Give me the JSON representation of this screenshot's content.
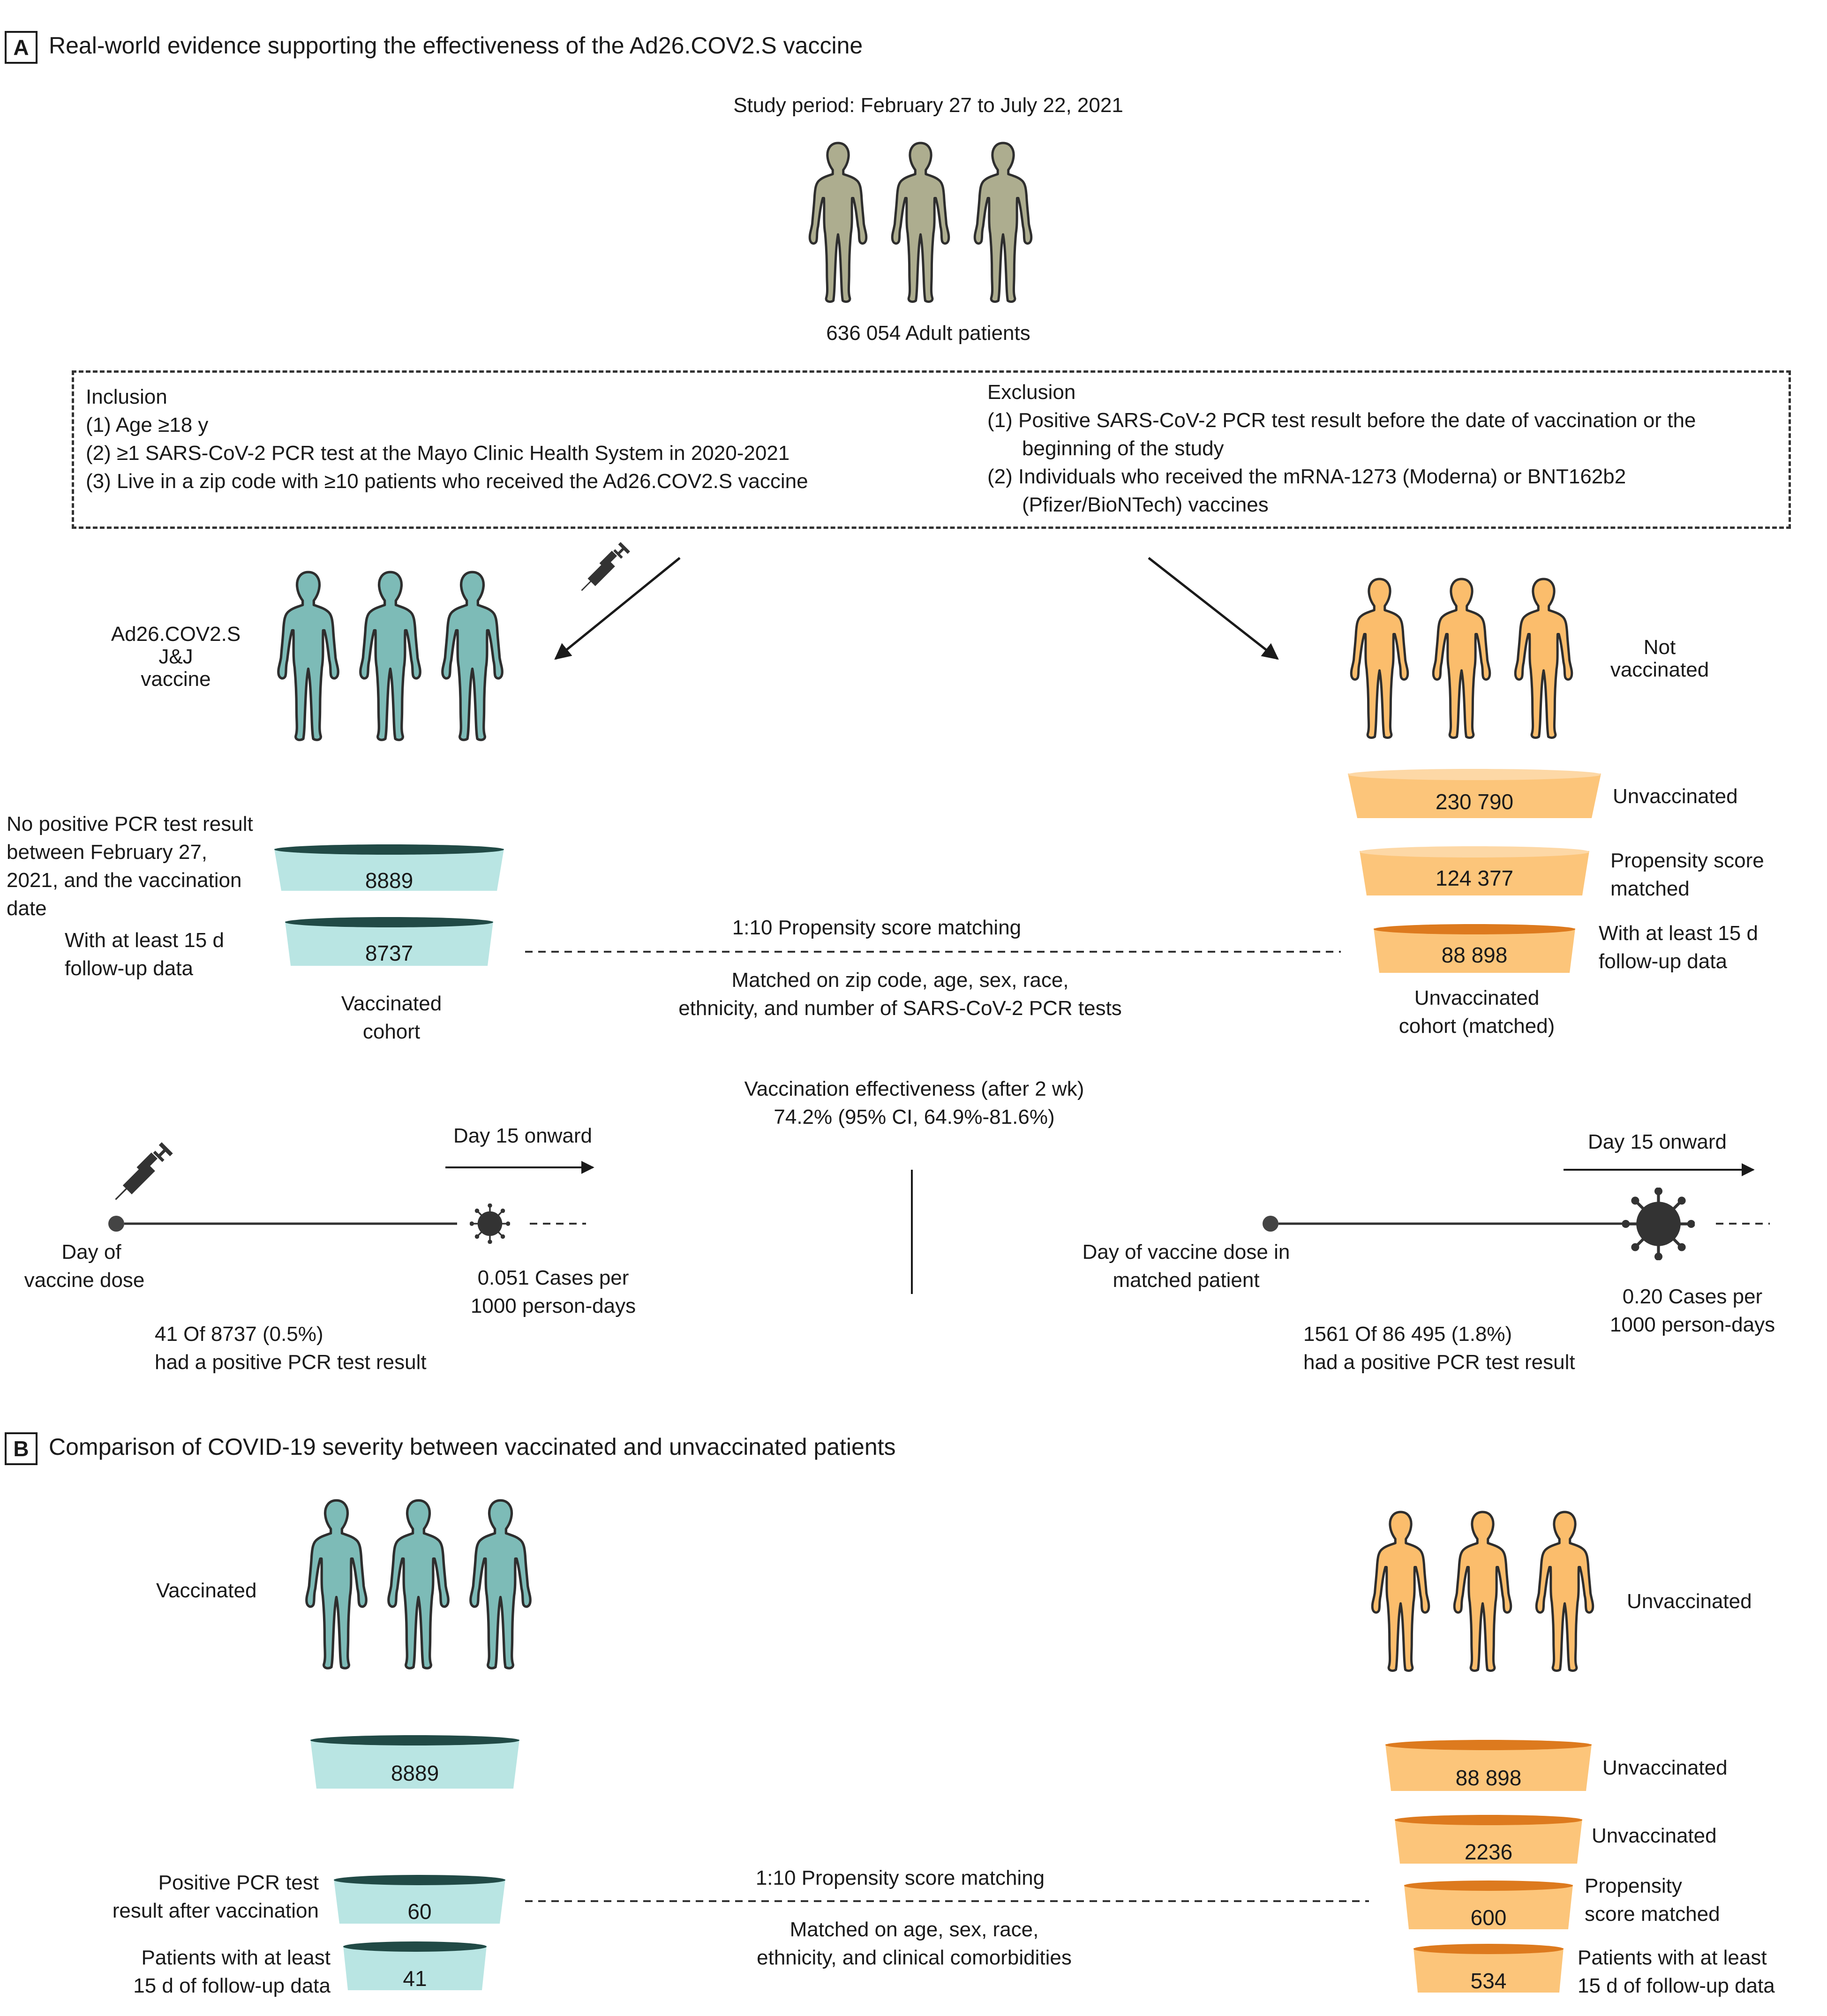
{
  "colors": {
    "neutral_body": "#adad8f",
    "vaccinated_body": "#7dbbb7",
    "unvaccinated_body": "#fbbd6c",
    "vaccinated_bar": "#b9e5e3",
    "vaccinated_bar_top": "#214a46",
    "unvaccinated_bar": "#fcc57a",
    "unvaccinated_bar_top_light": "#fdd8a6",
    "unvaccinated_bar_top_dark": "#dd7a1e",
    "outline": "#333333",
    "virus": "#333333"
  },
  "panel_a": {
    "letter": "A",
    "title": "Real-world evidence supporting the effectiveness of the Ad26.COV2.S vaccine",
    "study_period": "Study period: February 27 to July 22, 2021",
    "adult_patients": "636 054 Adult patients",
    "inclusion": {
      "heading": "Inclusion",
      "items": [
        "(1) Age ≥18 y",
        "(2) ≥1 SARS-CoV-2 PCR test at the Mayo Clinic Health System in 2020-2021",
        "(3) Live in a zip code with ≥10 patients who received the Ad26.COV2.S vaccine"
      ]
    },
    "exclusion": {
      "heading": "Exclusion",
      "item1_line1": "(1) Positive SARS-CoV-2 PCR test result before the date of vaccination or the",
      "item1_line2": "beginning of the study",
      "item2_line1": "(2) Individuals who received the mRNA-1273 (Moderna) or BNT162b2",
      "item2_line2": "(Pfizer/BioNTech) vaccines"
    },
    "vaccinated_group": {
      "label_line1": "Ad26.COV2.S",
      "label_line2": "J&J",
      "label_line3": "vaccine",
      "bar1_value": "8889",
      "bar1_note": [
        "No positive PCR test result",
        "between February 27,",
        "2021, and the vaccination",
        "date"
      ],
      "bar2_value": "8737",
      "bar2_note": [
        "With at least 15 d",
        "follow-up data"
      ],
      "cohort_label": [
        "Vaccinated",
        "cohort"
      ]
    },
    "unvaccinated_group": {
      "label_line1": "Not",
      "label_line2": "vaccinated",
      "bar1_value": "230 790",
      "bar1_note": "Unvaccinated",
      "bar2_value": "124 377",
      "bar2_note": [
        "Propensity score",
        "matched"
      ],
      "bar3_value": "88 898",
      "bar3_note": [
        "With at least 15 d",
        "follow-up data"
      ],
      "cohort_label": [
        "Unvaccinated",
        "cohort (matched)"
      ]
    },
    "matching": {
      "title": "1:10 Propensity score matching",
      "detail_line1": "Matched on zip code, age, sex, race,",
      "detail_line2": "ethnicity, and number of SARS-CoV-2 PCR tests"
    },
    "effectiveness": {
      "line1": "Vaccination effectiveness (after 2 wk)",
      "line2": "74.2% (95% CI, 64.9%-81.6%)"
    },
    "timeline_vaccinated": {
      "start_label": [
        "Day of",
        "vaccine dose"
      ],
      "onward": "Day 15 onward",
      "cases": [
        "0.051 Cases per",
        "1000 person-days"
      ],
      "result": [
        "41 Of 8737 (0.5%)",
        "had a positive PCR test result"
      ]
    },
    "timeline_unvaccinated": {
      "start_label": [
        "Day of vaccine dose in",
        "matched patient"
      ],
      "onward": "Day 15 onward",
      "cases": [
        "0.20 Cases per",
        "1000 person-days"
      ],
      "result": [
        "1561 Of 86 495 (1.8%)",
        "had a positive PCR test result"
      ]
    }
  },
  "panel_b": {
    "letter": "B",
    "title": "Comparison of COVID-19 severity between vaccinated and unvaccinated patients",
    "vaccinated_label": "Vaccinated",
    "unvaccinated_label": "Unvaccinated",
    "vaccinated_bars": {
      "bar1_value": "8889",
      "bar2_value": "60",
      "bar2_note": [
        "Positive PCR test",
        "result after vaccination"
      ],
      "bar3_value": "41",
      "bar3_note": [
        "Patients with at least",
        "15 d of follow-up data"
      ]
    },
    "unvaccinated_bars": {
      "bar1_value": "88 898",
      "bar1_note": "Unvaccinated",
      "bar2_value": "2236",
      "bar2_note": "Unvaccinated",
      "bar3_value": "600",
      "bar3_note": [
        "Propensity",
        "score matched"
      ],
      "bar4_value": "534",
      "bar4_note": [
        "Patients with at least",
        "15 d of follow-up data"
      ]
    },
    "matching": {
      "title": "1:10 Propensity score matching",
      "detail_line1": "Matched on age, sex, race,",
      "detail_line2": "ethnicity, and clinical comorbidities"
    }
  }
}
